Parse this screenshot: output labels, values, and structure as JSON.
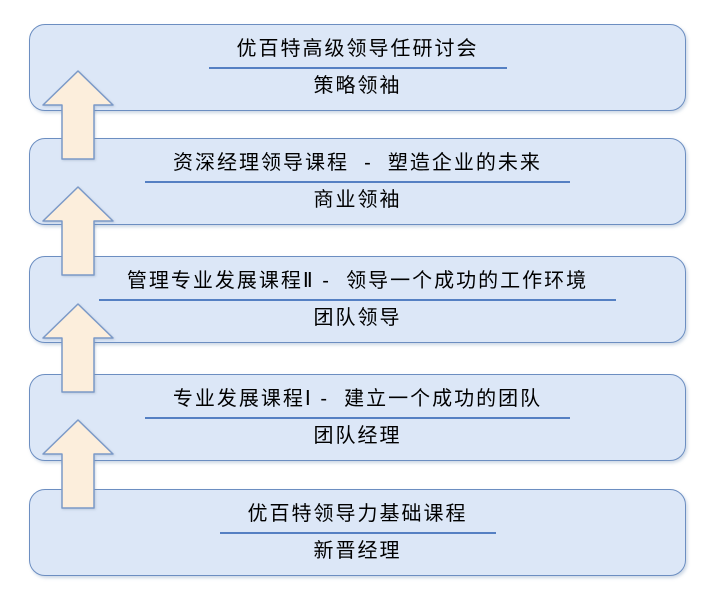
{
  "diagram": {
    "kind": "leadership-course-ladder",
    "levels": [
      {
        "course": "优百特高级领导任研讨会",
        "role": "策略领袖"
      },
      {
        "course": "资深经理领导课程  -  塑造企业的未来",
        "role": "商业领袖"
      },
      {
        "course": "管理专业发展课程Ⅱ -  领导一个成功的工作环境",
        "role": "团队领导"
      },
      {
        "course": "专业发展课程Ⅰ -  建立一个成功的团队",
        "role": "团队经理"
      },
      {
        "course": "优百特领导力基础课程",
        "role": "新晋经理"
      }
    ],
    "arrow_count": 4,
    "colors": {
      "background": "#ffffff",
      "box_fill": "#dce7f7",
      "box_border": "#6c8ec1",
      "underline": "#5580c3",
      "arrow_fill": "#fceedc",
      "arrow_border": "#7b99c7",
      "text": "#000000"
    }
  }
}
